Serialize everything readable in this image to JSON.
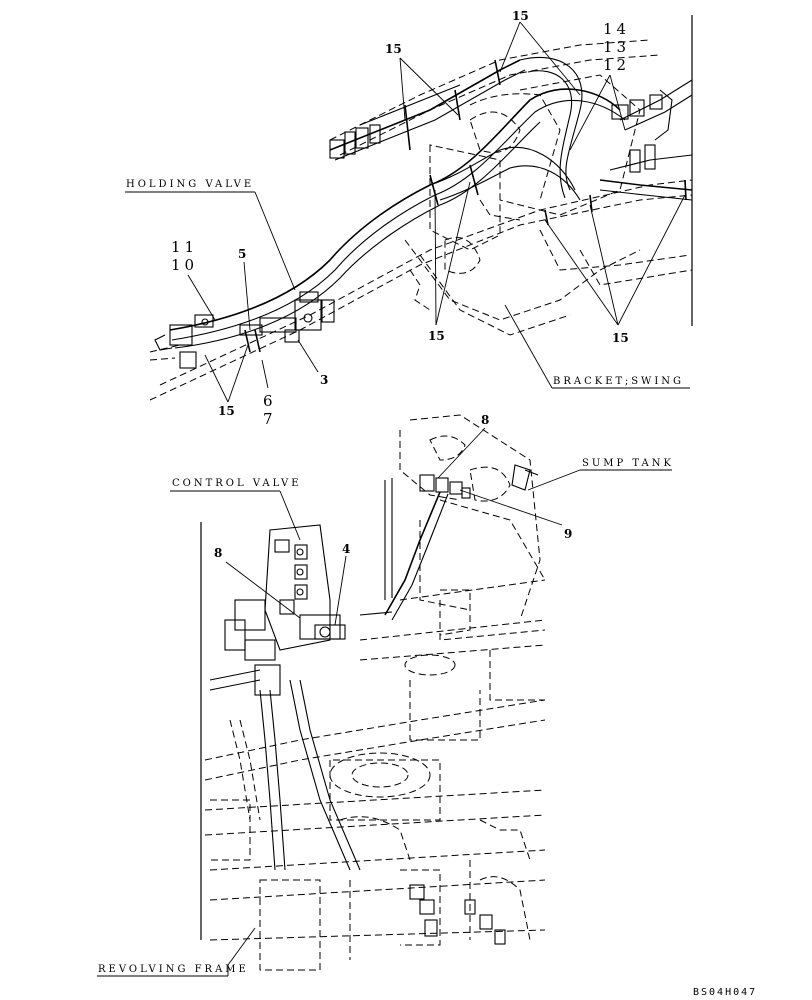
{
  "labels": {
    "holding_valve": "HOLDING VALVE",
    "bracket_swing": "BRACKET;SWING",
    "sump_tank": "SUMP TANK",
    "control_valve": "CONTROL VALVE",
    "revolving_frame": "REVOLVING FRAME"
  },
  "callouts": {
    "p3": "3",
    "p4": "4",
    "p5": "5",
    "p6": "6",
    "p7": "7",
    "p8a": "8",
    "p8b": "8",
    "p9": "9",
    "p10": "10",
    "p11": "11",
    "p12": "12",
    "p13": "13",
    "p14": "14",
    "p15a": "15",
    "p15b": "15",
    "p15c": "15",
    "p15d": "15",
    "p15e": "15"
  },
  "drawing_code": "BS04H047"
}
